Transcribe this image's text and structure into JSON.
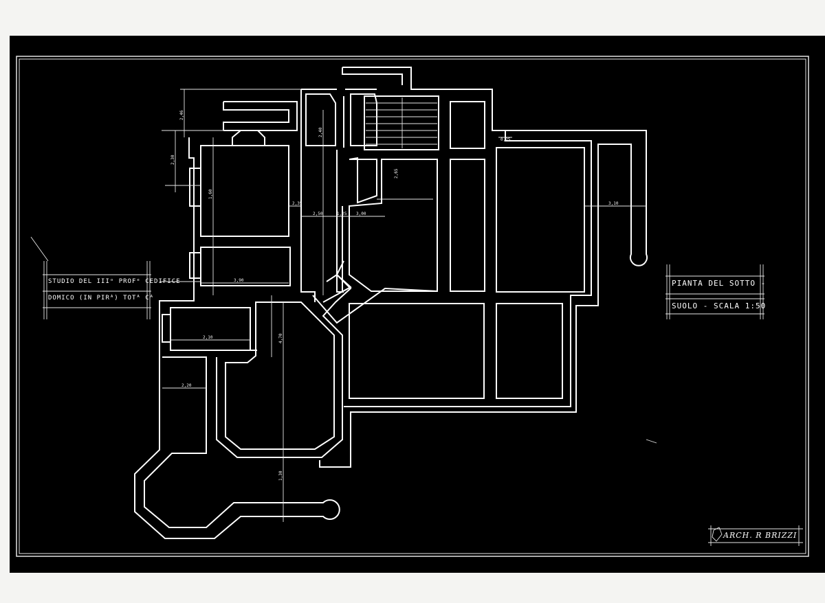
{
  "title_block_left": {
    "line1": "STUDIO DEL IIIᵒ PROFᵉ CEDIFICE",
    "line2": "DOMICO (IN PIRᴬ) TOTᴬ Cᴬ"
  },
  "title_block_right": {
    "line1": "PIANTA DEL SOTTO -",
    "line2": "SUOLO - SCALA 1:50"
  },
  "signature": {
    "text": "ARCH. R BRIZZI"
  },
  "dimensions": {
    "d1": "2,46",
    "d2": "2,30",
    "d3": "1,60",
    "d4": "2,35",
    "d5": "2,50",
    "d6": "1,25",
    "d7": "3,00",
    "d8": "2,40",
    "d9": "2,65",
    "d10": "3,10",
    "d11": "3,90",
    "d12": "2,10",
    "d13": "2,20",
    "d14": "4,70",
    "d15": "1,30",
    "d16": "0,25"
  },
  "colors": {
    "sheet_background": "#f4f4f2",
    "drawing_background": "#000000",
    "line_color": "#ffffff"
  }
}
